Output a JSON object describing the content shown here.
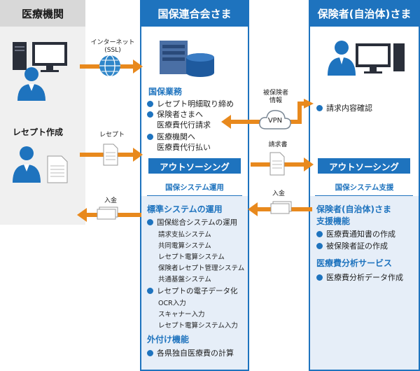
{
  "columns": {
    "left": {
      "title": "医療機関"
    },
    "middle": {
      "title": "国保連合会さま"
    },
    "right": {
      "title": "保険者(自治体)さま"
    }
  },
  "left": {
    "receipt_label": "レセプト作成"
  },
  "flows": {
    "internet": [
      "インターネット",
      "(SSL)"
    ],
    "receipt": "レセプト",
    "payment_left": "入金",
    "insured_info": [
      "被保険者",
      "情報"
    ],
    "vpn": "VPN",
    "claim": "請求書",
    "payment_right": "入金"
  },
  "middle": {
    "section_title": "国保業務",
    "items": [
      {
        "bullet": "レセプト明細取り締め"
      },
      {
        "bullet": "保険者さまへ",
        "cont": "医療費代行請求"
      },
      {
        "bullet": "医療機関へ",
        "cont": "医療費代行払い"
      }
    ],
    "outsourcing": "アウトソーシング",
    "system_label": "国保システム運用",
    "standard_title": "標準システムの運用",
    "union_item": "国保総合システムの運用",
    "union_subs": [
      "請求支払システム",
      "共同電算システム",
      "レセプト電算システム",
      "保険者レセプト管理システム",
      "共通基盤システム"
    ],
    "digital_item": "レセプトの電子データ化",
    "digital_subs": [
      "OCR入力",
      "スキャナー入力",
      "レセプト電算システム入力"
    ],
    "external_title": "外付け機能",
    "external_item": "各県独自医療費の計算"
  },
  "right": {
    "items": [
      {
        "bullet": "請求内容確認"
      }
    ],
    "outsourcing": "アウトソーシング",
    "system_label": "国保システム支援",
    "support_title": [
      "保険者(自治体)さま",
      "支援機能"
    ],
    "support_items": [
      "医療費通知書の作成",
      "被保険者証の作成"
    ],
    "analysis_title": "医療費分析サービス",
    "analysis_items": [
      "医療費分析データ作成"
    ]
  },
  "colors": {
    "blue": "#1e73be",
    "orange": "#e8891d",
    "light_blue": "#e6eef8",
    "grey": "#f0f0f0"
  }
}
